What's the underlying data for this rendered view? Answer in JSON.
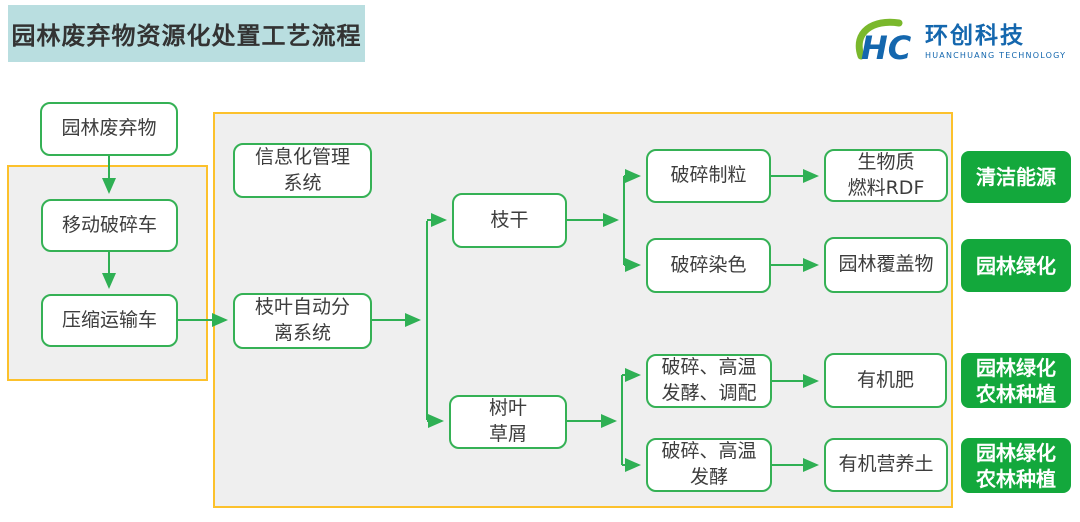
{
  "header": {
    "title": "园林废弃物资源化处置工艺流程",
    "logo": {
      "monogram": "HC",
      "brand_cn": "环创科技",
      "brand_en": "HUANCHUANG  TECHNOLOGY"
    }
  },
  "colors": {
    "title_bg": "#b9dee0",
    "node_border_green": "#35b155",
    "arrow_green": "#2fb054",
    "output_green": "#13a83c",
    "panel_border_yellow": "#fcc12c",
    "panel_gray": "#efefef",
    "logo_blue": "#1467ae",
    "logo_green": "#7ab82c"
  },
  "flow": {
    "nodes": {
      "garden_waste": "园林废弃物",
      "mobile_crusher": "移动破碎车",
      "compress_truck": "压缩运输车",
      "info_system": "信息化管理\n系统",
      "separation": "枝叶自动分\n离系统",
      "branches": "枝干",
      "leaves": "树叶\n草屑",
      "crush_granulate": "破碎制粒",
      "crush_dye": "破碎染色",
      "crush_ferment_blend": "破碎、高温\n发酵、调配",
      "crush_ferment": "破碎、高温\n发酵",
      "biomass_rdf": "生物质\n燃料RDF",
      "garden_mulch": "园林覆盖物",
      "organic_fertilizer": "有机肥",
      "organic_soil": "有机营养土"
    },
    "outputs": {
      "clean_energy": "清洁能源",
      "landscaping": "园林绿化",
      "landscaping_farming_1": "园林绿化\n农林种植",
      "landscaping_farming_2": "园林绿化\n农林种植"
    }
  }
}
